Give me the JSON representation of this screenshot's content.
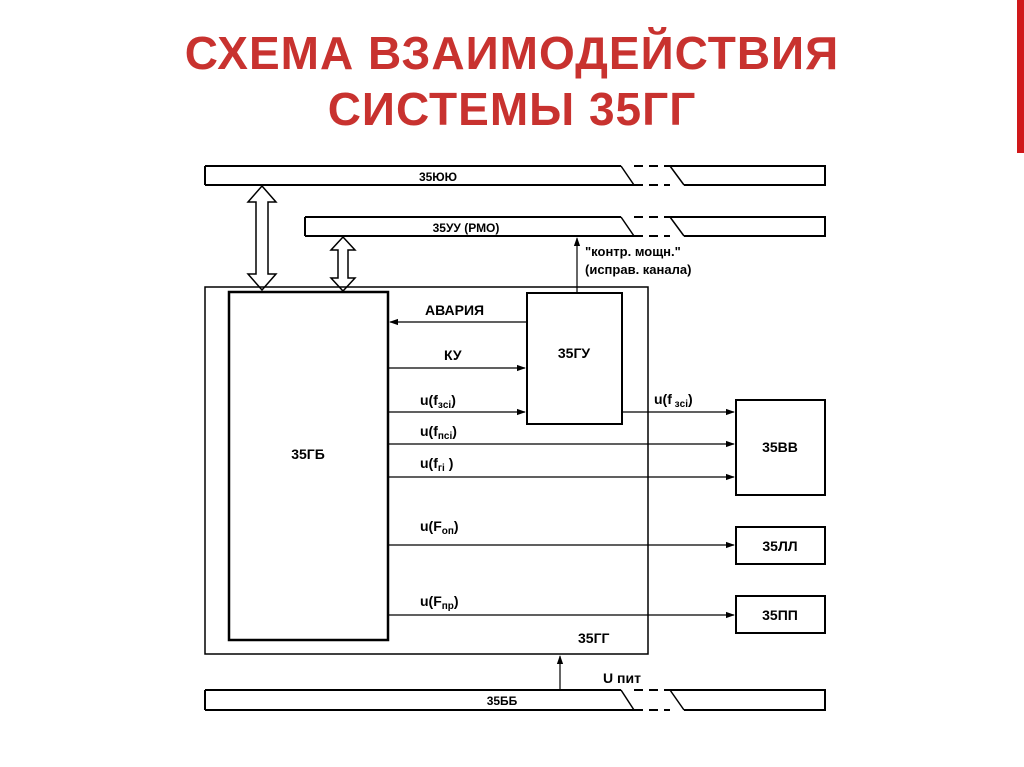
{
  "slide": {
    "title_line1": "СХЕМА ВЗАИМОДЕЙСТВИЯ",
    "title_line2": "СИСТЕМЫ 35ГГ",
    "accent_color": "#c8322f"
  },
  "diagram": {
    "buses": {
      "top": "35ЮЮ",
      "middle": "35УУ (РМО)",
      "bottom": "35ББ"
    },
    "blocks": {
      "gb": "35ГБ",
      "gu": "35ГУ",
      "vv": "35ВВ",
      "ll": "35ЛЛ",
      "pp": "35ПП",
      "gg": "35ГГ"
    },
    "control_note_line1": "\"контр. мощн.\"",
    "control_note_line2": "(исправ. канала)",
    "signals": {
      "avaria": "АВАРИЯ",
      "ku": "КУ",
      "u_zsi_in": {
        "base": "u(f",
        "sub": "зci",
        "end": ")"
      },
      "u_psi": {
        "base": "u(f",
        "sub": "пci",
        "end": ")"
      },
      "u_gi": {
        "base": "u(f",
        "sub": "гi",
        "end": " )"
      },
      "u_zsi_out": {
        "base": "u(f",
        "sub": " зci",
        "end": ")"
      },
      "u_op": {
        "base": "u(F",
        "sub": "оп",
        "end": ")"
      },
      "u_pr": {
        "base": "u(F",
        "sub": "пр",
        "end": ")"
      },
      "u_pit": "U пит"
    }
  }
}
